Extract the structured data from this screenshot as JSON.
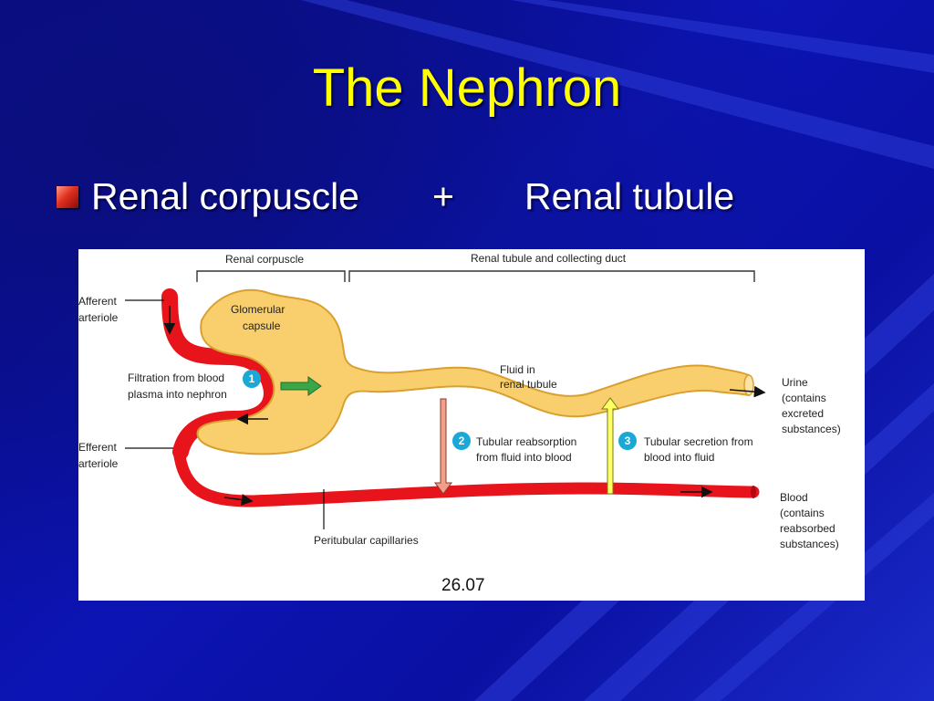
{
  "slide": {
    "title": "The Nephron",
    "bullet": {
      "part1": "Renal corpuscle",
      "operator": "+",
      "part2": "Renal tubule"
    }
  },
  "figure": {
    "bracket_left": "Renal corpuscle",
    "bracket_right": "Renal tubule and collecting duct",
    "afferent_line1": "Afferent",
    "afferent_line2": "arteriole",
    "efferent_line1": "Efferent",
    "efferent_line2": "arteriole",
    "glomerular_line1": "Glomerular",
    "glomerular_line2": "capsule",
    "filtration_line1": "Filtration from blood",
    "filtration_line2": "plasma into nephron",
    "fluid_line1": "Fluid in",
    "fluid_line2": "renal tubule",
    "step1": "1",
    "step2": "2",
    "step3": "3",
    "reabsorption_line1": "Tubular reabsorption",
    "reabsorption_line2": "from fluid into blood",
    "secretion_line1": "Tubular secretion from",
    "secretion_line2": "blood into fluid",
    "urine_line1": "Urine",
    "urine_line2": "(contains",
    "urine_line3": "excreted",
    "urine_line4": "substances)",
    "blood_line1": "Blood",
    "blood_line2": "(contains",
    "blood_line3": "reabsorbed",
    "blood_line4": "substances)",
    "capillaries": "Peritubular capillaries",
    "figure_number": "26.07"
  },
  "colors": {
    "background": "#0a0f9e",
    "title": "#ffff00",
    "bullet_text": "#ffffff",
    "tubule_fill": "#f9cf6e",
    "tubule_outline": "#d9a030",
    "vessel": "#e8141c",
    "step_badge": "#1ba8d6",
    "filtration_arrow": "#3aa648",
    "reabsorption_arrow": "#f0a088",
    "secretion_arrow": "#ffff66"
  }
}
